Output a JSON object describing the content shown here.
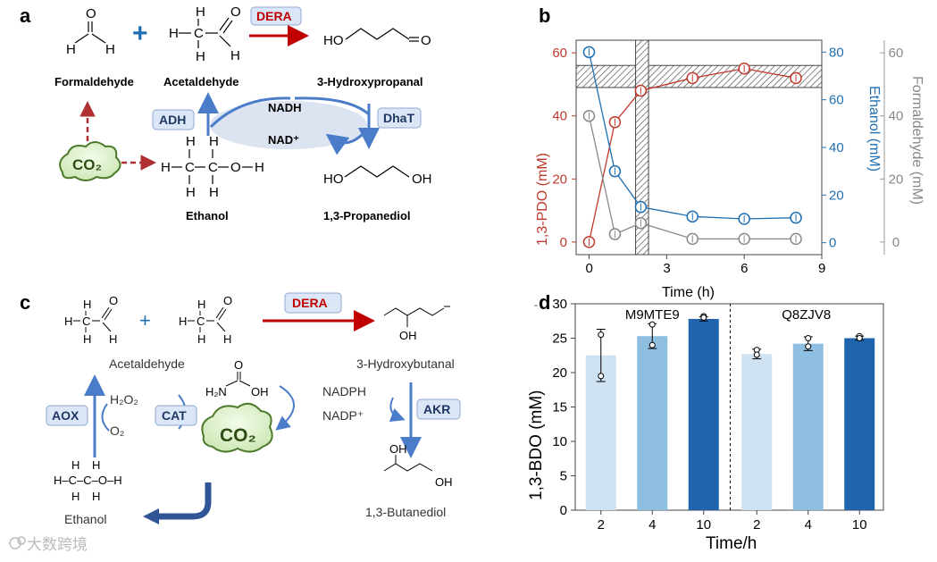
{
  "panels": {
    "a": "a",
    "b": "b",
    "c": "c",
    "d": "d"
  },
  "panel_a": {
    "formaldehyde": "Formaldehyde",
    "acetaldehyde": "Acetaldehyde",
    "hydroxypropanal": "3-Hydroxypropanal",
    "ethanol": "Ethanol",
    "propanediol": "1,3-Propanediol",
    "dera": "DERA",
    "adh": "ADH",
    "dhat": "DhaT",
    "nadh": "NADH",
    "nad": "NAD⁺",
    "co2": "CO₂",
    "atoms": {
      "O": "O",
      "H": "H",
      "C": "C",
      "HO": "HO",
      "OH": "OH",
      "plus": "+"
    }
  },
  "panel_c": {
    "acetaldehyde": "Acetaldehyde",
    "hydroxybutanal": "3-Hydroxybutanal",
    "ethanol": "Ethanol",
    "butanediol": "1,3-Butanediol",
    "dera": "DERA",
    "aox": "AOX",
    "cat": "CAT",
    "akr": "AKR",
    "nadph": "NADPH",
    "nadp": "NADP⁺",
    "h2o2": "H₂O₂",
    "o2": "O₂",
    "co2": "CO₂",
    "carbamate": "H₂N⁠",
    "carb_o": "O",
    "carb_oh": "OH",
    "oh": "OH",
    "ho_chain": "H–C–C–O–H"
  },
  "watermark": "大数跨境",
  "chart_data": [
    {
      "type": "line",
      "xlabel": "Time (h)",
      "x": [
        0,
        1,
        2,
        4,
        6,
        8
      ],
      "xticks": [
        0,
        3,
        6,
        9
      ],
      "xlim": [
        -0.5,
        9
      ],
      "series": [
        {
          "name": "1,3-PDO (mM)",
          "axis": "left",
          "color": "#c0392b",
          "values": [
            0,
            38,
            48,
            52,
            55,
            52
          ],
          "ylim": [
            -4,
            64
          ],
          "yticks": [
            0,
            20,
            40,
            60
          ]
        },
        {
          "name": "Ethanol (mM)",
          "axis": "right",
          "color": "#1f6fb2",
          "values": [
            80,
            30,
            15,
            11,
            10,
            10.5
          ],
          "ylim": [
            -5,
            85
          ],
          "yticks": [
            0,
            20,
            40,
            60,
            80
          ]
        },
        {
          "name": "Formaldehyde (mM)",
          "axis": "right2",
          "color": "#888888",
          "values": [
            40,
            2.5,
            6,
            1,
            1,
            1
          ],
          "ylim": [
            -4,
            64
          ],
          "yticks": [
            0,
            20,
            40,
            60
          ]
        }
      ],
      "shaded": {
        "x_band": [
          1.8,
          2.3
        ],
        "y_band_left": [
          49,
          56
        ]
      }
    },
    {
      "type": "bar",
      "ylabel": "1,3-BDO (mM)",
      "xlabel": "Time/h",
      "ylim": [
        0,
        30
      ],
      "yticks": [
        0,
        5,
        10,
        15,
        20,
        25,
        30
      ],
      "groups": [
        {
          "name": "M9MTE9",
          "categories": [
            "2",
            "4",
            "10"
          ],
          "values": [
            22.5,
            25.3,
            27.8
          ],
          "errors": [
            3.8,
            1.8,
            0.3
          ],
          "points": [
            [
              25.5,
              19.5
            ],
            [
              27,
              24
            ],
            [
              28.2,
              28
            ]
          ]
        },
        {
          "name": "Q8ZJV8",
          "categories": [
            "2",
            "4",
            "10"
          ],
          "values": [
            22.7,
            24.2,
            25.0
          ],
          "errors": [
            0.7,
            1.0,
            0.3
          ],
          "points": [
            [
              23.3,
              22.6
            ],
            [
              25,
              23.8
            ],
            [
              25.3,
              25
            ]
          ]
        }
      ],
      "colors": [
        "#cfe2f1",
        "#8fbfe0",
        "#1f65ad"
      ]
    }
  ]
}
